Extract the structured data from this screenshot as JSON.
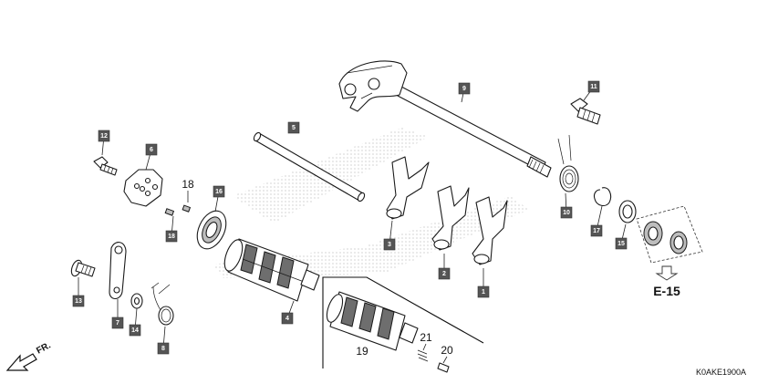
{
  "callouts": [
    "1",
    "2",
    "3",
    "4",
    "5",
    "6",
    "7",
    "8",
    "9",
    "10",
    "11",
    "12",
    "13",
    "14",
    "15",
    "16",
    "17",
    "18"
  ],
  "plain_labels": [
    "18",
    "19",
    "20",
    "21"
  ],
  "reference": "E-15",
  "direction_label": "FR.",
  "diagram_code": "K0AKE1900A"
}
